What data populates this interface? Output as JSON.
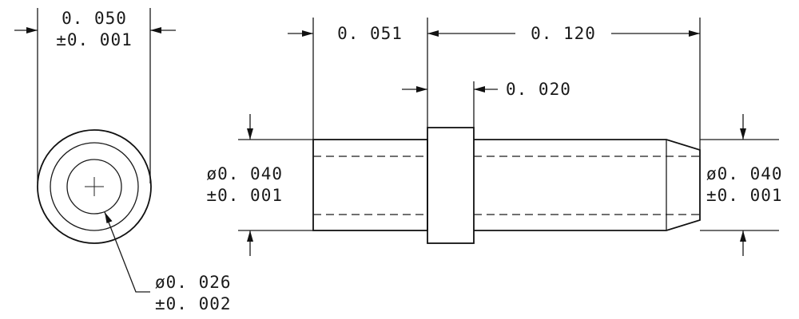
{
  "colors": {
    "ink": "#1a1a1a",
    "paper": "#ffffff"
  },
  "end_view": {
    "width_value": "0. 050",
    "width_tolerance": "±0. 001",
    "bore_diameter": "ø0. 026",
    "bore_tolerance": "±0. 002"
  },
  "side_view": {
    "left_length": "0. 051",
    "right_length": "0. 120",
    "collar_width": "0. 020",
    "left_diameter": "ø0. 040",
    "left_tolerance": "±0. 001",
    "right_diameter": "ø0. 040",
    "right_tolerance": "±0. 001"
  }
}
